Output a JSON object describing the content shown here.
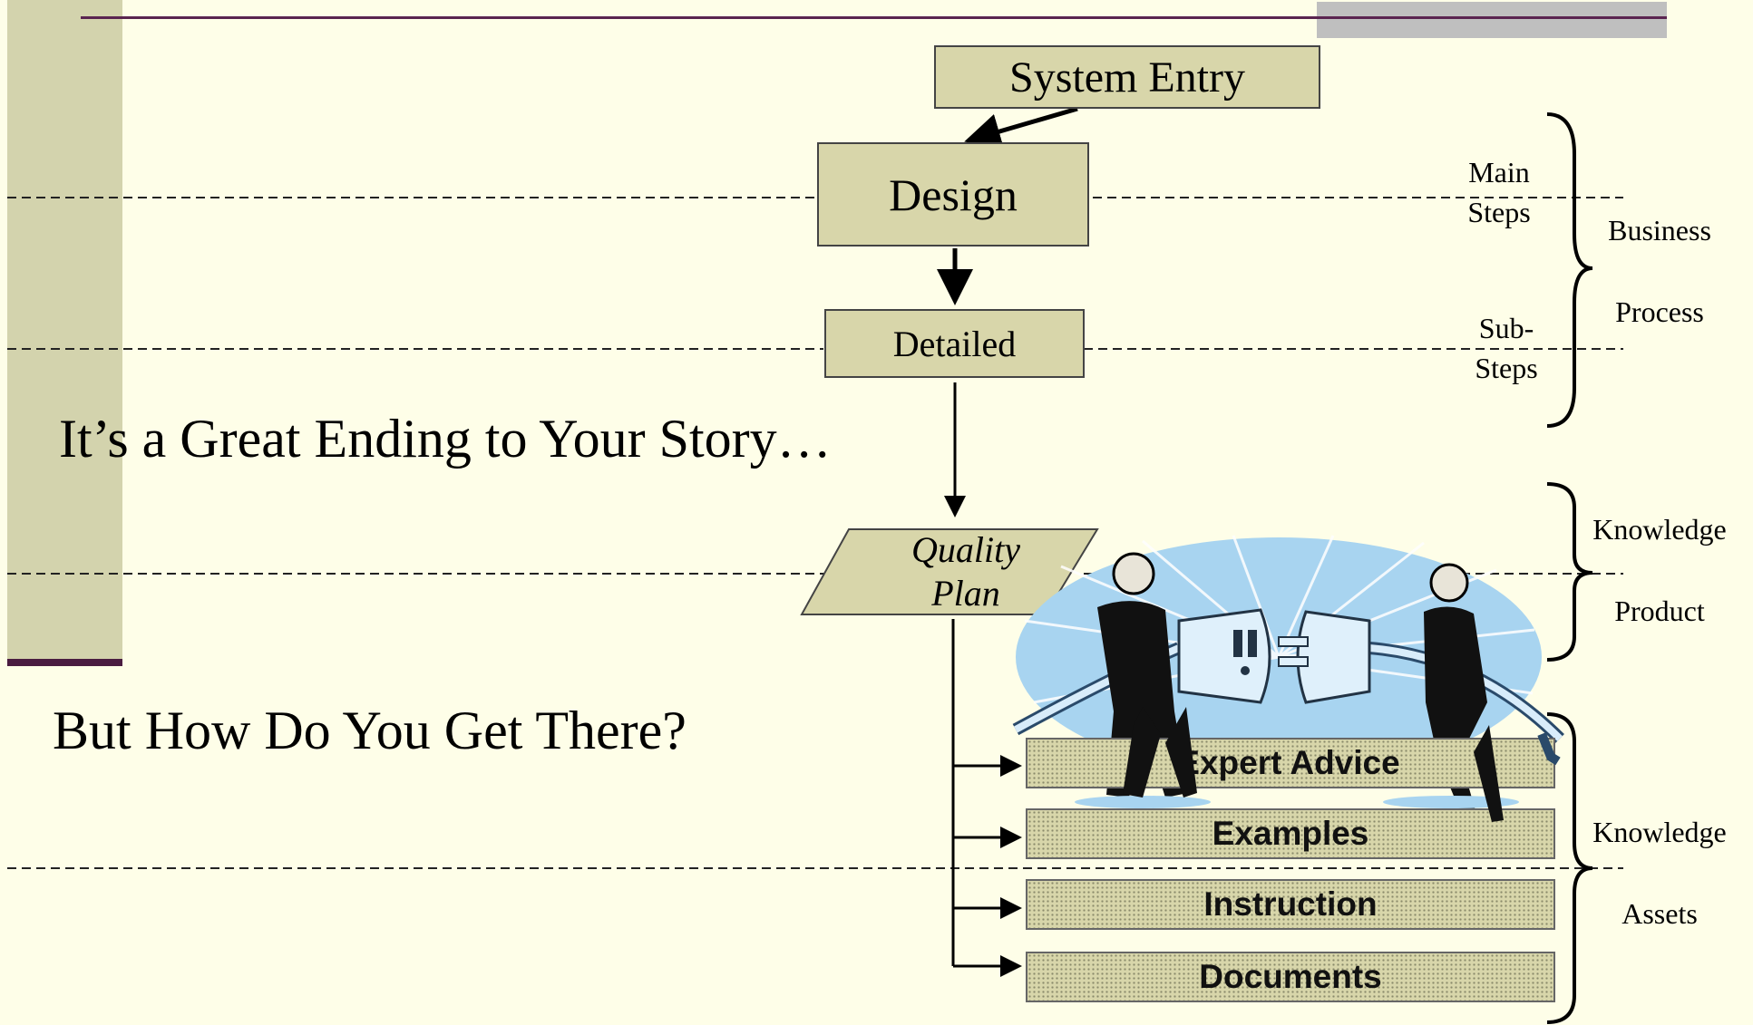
{
  "flow": {
    "system_entry": "System Entry",
    "design": "Design",
    "detailed": "Detailed",
    "quality_plan_line1": "Quality",
    "quality_plan_line2": "Plan"
  },
  "headlines": {
    "line1": "It’s a Great Ending to Your Story…",
    "line2": "But How Do You Get There?"
  },
  "levels": {
    "main_line1": "Main",
    "main_line2": "Steps",
    "sub_line1": "Sub-",
    "sub_line2": "Steps"
  },
  "groups": {
    "business": "Business",
    "process": "Process",
    "knowledge1": "Knowledge",
    "product": "Product",
    "knowledge2": "Knowledge",
    "assets": "Assets"
  },
  "assets": [
    {
      "label": "Expert Advice"
    },
    {
      "label": "Examples"
    },
    {
      "label": "Instruction"
    },
    {
      "label": "Documents"
    }
  ],
  "colors": {
    "background": "#fefee8",
    "box_fill": "#d8d6aa",
    "sidebar": "#d3d3ad",
    "accent_line": "#5a2450",
    "burst": "#a8d4f0"
  },
  "illustration": {
    "icon": "people-connecting-plugs-icon"
  }
}
